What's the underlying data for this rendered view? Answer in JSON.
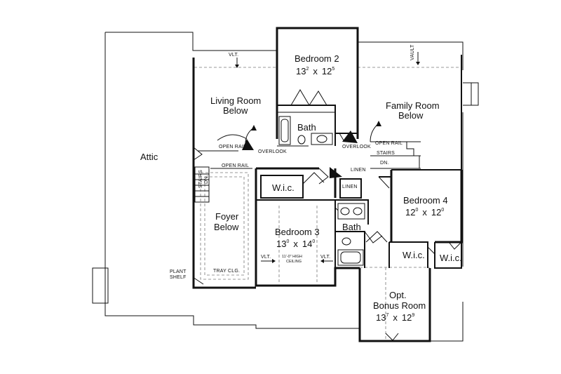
{
  "rooms": {
    "attic": "Attic",
    "bedroom2": {
      "name": "Bedroom 2",
      "w": "13",
      "wsup": "2",
      "x": "x",
      "h": "12",
      "hsup": "5"
    },
    "living": {
      "line1": "Living Room",
      "line2": "Below"
    },
    "family": {
      "line1": "Family Room",
      "line2": "Below"
    },
    "bath_top": "Bath",
    "foyer": {
      "line1": "Foyer",
      "line2": "Below"
    },
    "wic_b3": "W.i.c.",
    "bedroom3": {
      "name": "Bedroom 3",
      "w": "13",
      "wsup": "0",
      "x": "x",
      "h": "14",
      "hsup": "0"
    },
    "bath_mid": "Bath",
    "bedroom4": {
      "name": "Bedroom 4",
      "w": "12",
      "wsup": "0",
      "x": "x",
      "h": "12",
      "hsup": "0"
    },
    "wic_b4a": "W.i.c.",
    "wic_b4b": "W.i.c.",
    "bonus": {
      "line1": "Opt.",
      "line2": "Bonus Room",
      "w": "13",
      "wsup": "7",
      "x": "x",
      "h": "12",
      "hsup": "9"
    }
  },
  "labels": {
    "vlt_top": "VLT.",
    "vault": "VAULT",
    "open_rail_left": "OPEN RAIL",
    "overlook_left": "OVERLOOK",
    "open_rail_right": "OPEN RAIL",
    "overlook_right": "OVERLOOK",
    "stairs_right": "STAIRS",
    "dn_right": "DN.",
    "open_rail_foyer": "OPEN RAIL",
    "stairs_left": "STAIRS",
    "dn_left": "DN.",
    "linen1": "LINEN",
    "linen2": "LINEN",
    "ceiling_line1": "11'-0\" HIGH",
    "ceiling_line2": "CEILING",
    "vlt_b3_left": "VLT.",
    "vlt_b3_right": "VLT.",
    "tray": "TRAY CLG.",
    "plant_line1": "PLANT",
    "plant_line2": "SHELF"
  }
}
